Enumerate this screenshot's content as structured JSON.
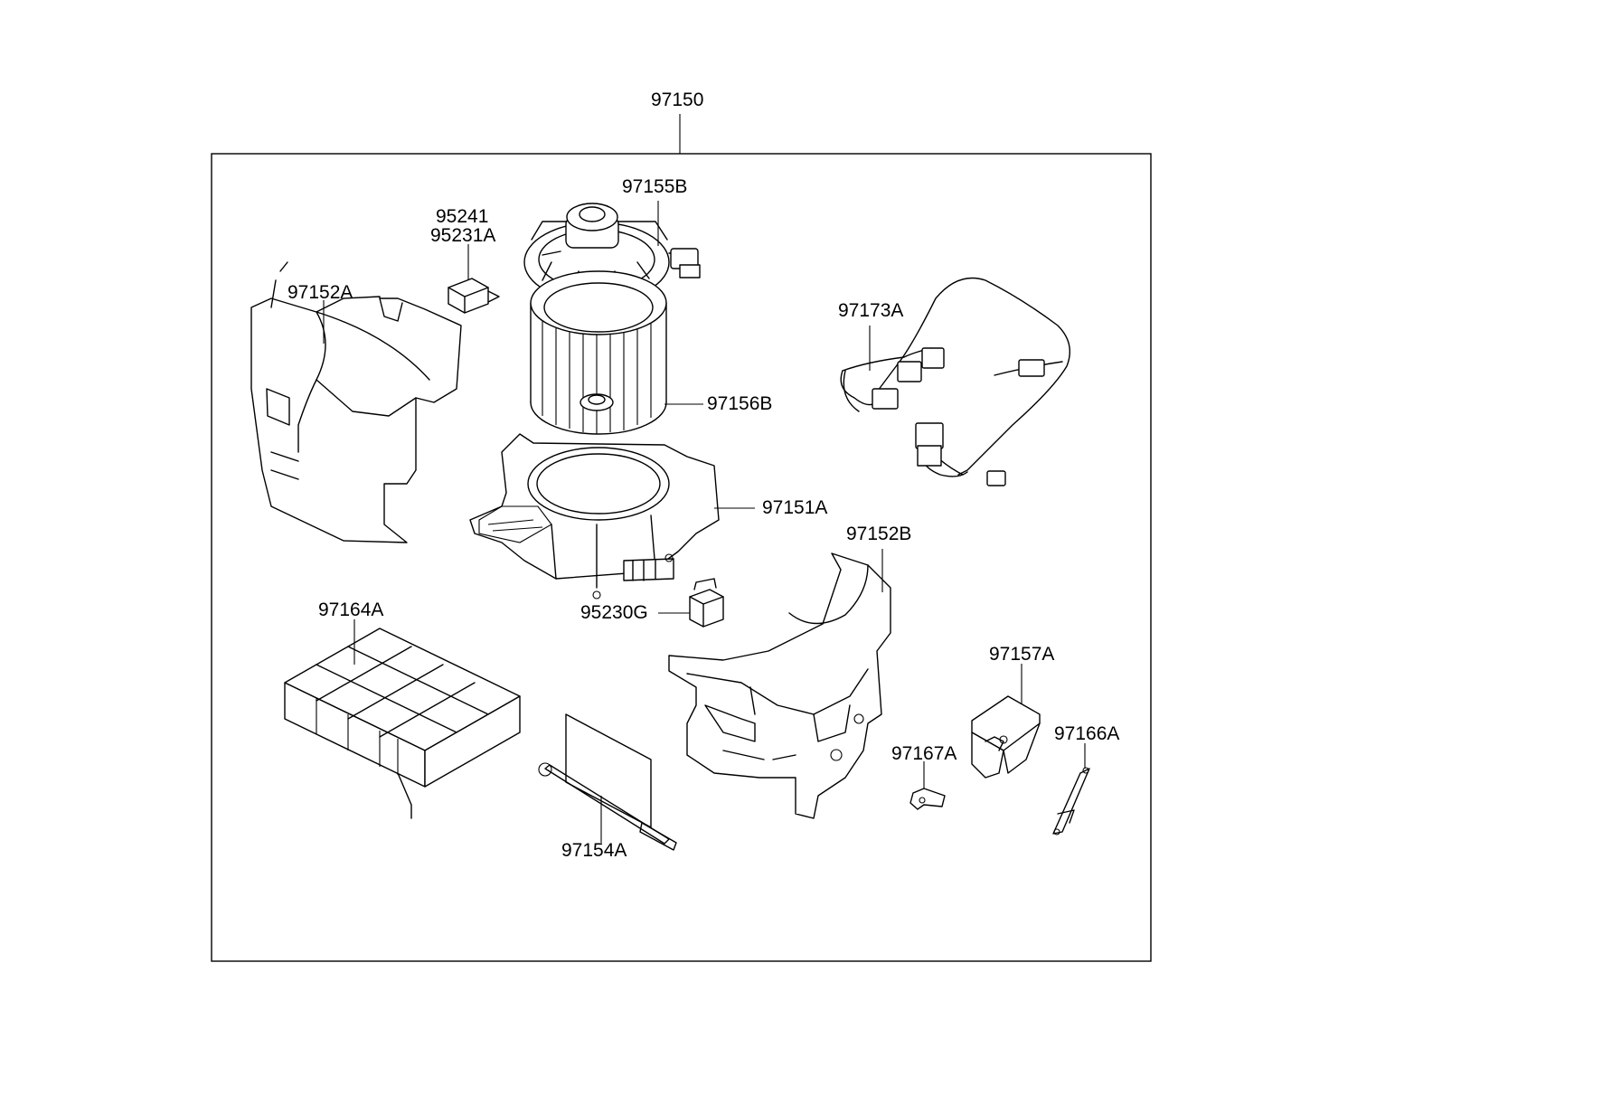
{
  "diagram": {
    "assembly_label": "97150",
    "part_labels": {
      "fan_motor": "97155B",
      "relay_a": "95241",
      "relay_b": "95231A",
      "case_left": "97152A",
      "wiring": "97173A",
      "fan": "97156B",
      "blower_case": "97151A",
      "case_right": "97152B",
      "filter": "97164A",
      "resistor": "95230G",
      "actuator": "97157A",
      "lever_a": "97166A",
      "lever_b": "97167A",
      "shaft": "97154A"
    }
  }
}
